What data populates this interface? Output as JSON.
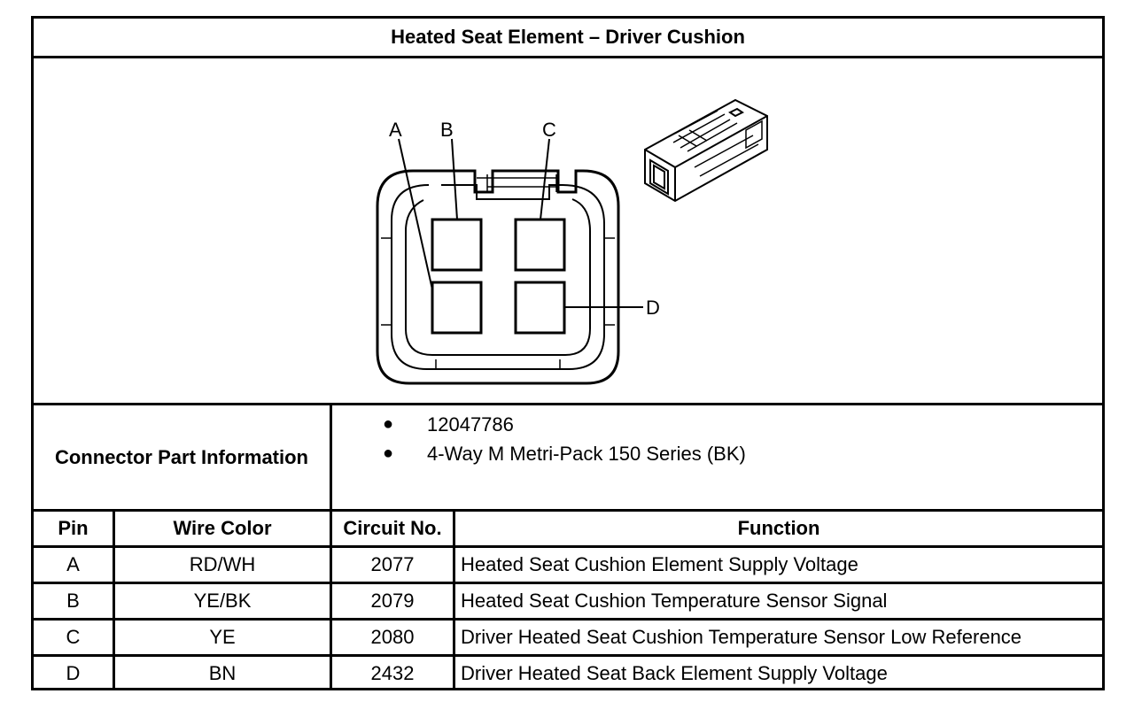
{
  "title": "Heated Seat Element – Driver Cushion",
  "diagram": {
    "pin_labels": [
      "A",
      "B",
      "C",
      "D"
    ]
  },
  "connector_info": {
    "label": "Connector Part Information",
    "items": [
      "12047786",
      "4-Way M Metri-Pack 150 Series (BK)"
    ]
  },
  "table": {
    "headers": [
      "Pin",
      "Wire Color",
      "Circuit No.",
      "Function"
    ],
    "rows": [
      [
        "A",
        "RD/WH",
        "2077",
        "Heated Seat Cushion Element Supply Voltage"
      ],
      [
        "B",
        "YE/BK",
        "2079",
        "Heated Seat Cushion Temperature Sensor Signal"
      ],
      [
        "C",
        "YE",
        "2080",
        "Driver Heated Seat Cushion Temperature Sensor Low Reference"
      ],
      [
        "D",
        "BN",
        "2432",
        "Driver Heated Seat Back Element Supply Voltage"
      ]
    ]
  }
}
